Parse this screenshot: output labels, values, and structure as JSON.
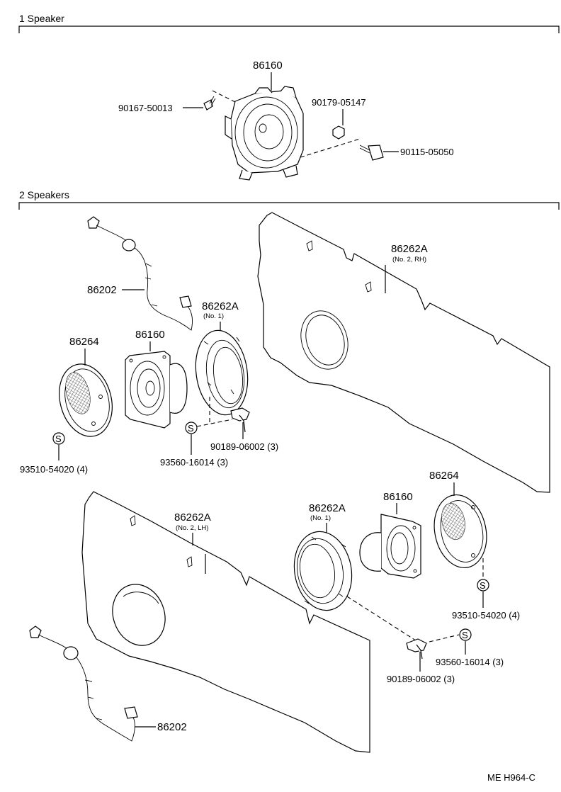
{
  "sections": {
    "one": {
      "title": "1 Speaker"
    },
    "two": {
      "title": "2 Speakers"
    }
  },
  "s1": {
    "speaker": "86160",
    "screw": "90167-50013",
    "nut": "90179-05147",
    "bracket_bolt": "90115-05050"
  },
  "s2": {
    "wire_top": "86202",
    "bracket_rh": "86262A",
    "bracket_rh_sub": "(No. 2, RH)",
    "grille_left": "86264",
    "speaker_left": "86160",
    "ring_left": "86262A",
    "ring_left_sub": "(No. 1)",
    "screw_s1": "93510-54020 (4)",
    "screw_s2": "93560-16014 (3)",
    "nut_upper": "90189-06002 (3)",
    "bracket_lh": "86262A",
    "bracket_lh_sub": "(No. 2, LH)",
    "ring_right": "86262A",
    "ring_right_sub": "(No. 1)",
    "speaker_right": "86160",
    "grille_right": "86264",
    "screw_s3": "93510-54020 (4)",
    "screw_s4": "93560-16014 (3)",
    "nut_lower": "90189-06002 (3)",
    "wire_bottom": "86202",
    "s_symbol": "S"
  },
  "footer": {
    "code": "ME  H964-C"
  }
}
